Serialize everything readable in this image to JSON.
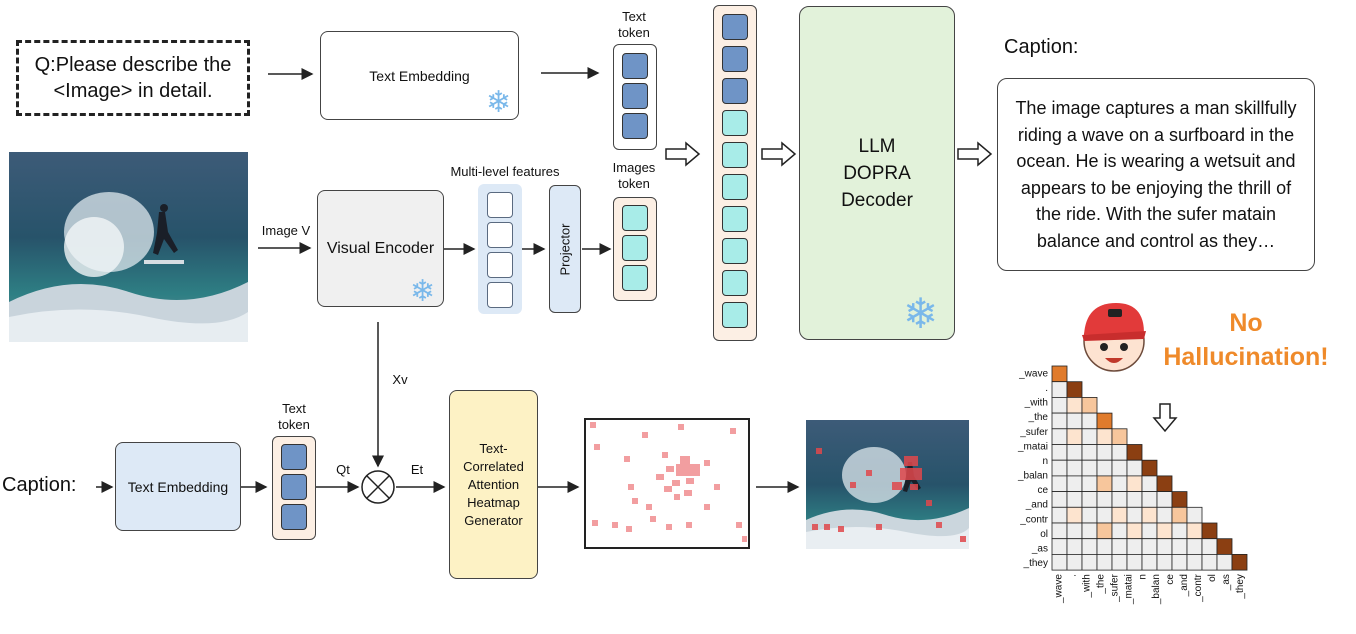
{
  "question": {
    "line1": "Q:Please describe the",
    "line2": "<Image> in detail."
  },
  "text_embedding_top": "Text Embedding",
  "text_token_top": {
    "line1": "Text",
    "line2": "token"
  },
  "images_token": {
    "line1": "Images",
    "line2": "token"
  },
  "multi_level_features": "Multi-level features",
  "image_v": "Image V",
  "visual_encoder": "Visual Encoder",
  "projector": "Projector",
  "llm": {
    "line1": "LLM",
    "line2": "DOPRA",
    "line3": "Decoder"
  },
  "caption_title": "Caption:",
  "caption_text": "The image captures a man skillfully riding a wave on a surfboard in the ocean. He is wearing a wetsuit and appears to be enjoying the thrill of the ride. With the sufer matain balance and control as they…",
  "no_hallucination": {
    "line1": "No",
    "line2": "Hallucination!"
  },
  "xv": "Xv",
  "caption_bottom": "Caption:",
  "text_embedding_bottom": "Text Embedding",
  "text_token_bottom": {
    "line1": "Text",
    "line2": "token"
  },
  "qt": "Qt",
  "et": "Et",
  "generator": {
    "line1": "Text-",
    "line2": "Correlated",
    "line3": "Attention",
    "line4": "Heatmap",
    "line5": "Generator"
  },
  "heatmap_tokens": [
    "_wave",
    ".",
    "_with",
    "_the",
    "_sufer",
    "_matai",
    "n",
    "_balan",
    "ce",
    "_and",
    "_contr",
    "ol",
    "_as",
    "_they"
  ],
  "heatmap_levels": [
    [
      3
    ],
    [
      0,
      4
    ],
    [
      0,
      1,
      2
    ],
    [
      0,
      0,
      0,
      3
    ],
    [
      0,
      1,
      0,
      1,
      2
    ],
    [
      0,
      0,
      0,
      0,
      0,
      4
    ],
    [
      0,
      0,
      0,
      0,
      0,
      0,
      4
    ],
    [
      0,
      0,
      0,
      2,
      0,
      1,
      0,
      4
    ],
    [
      0,
      0,
      0,
      0,
      0,
      0,
      0,
      0,
      4
    ],
    [
      0,
      1,
      0,
      0,
      1,
      0,
      1,
      0,
      2,
      0
    ],
    [
      0,
      0,
      0,
      2,
      0,
      1,
      0,
      1,
      0,
      1,
      4
    ],
    [
      0,
      0,
      0,
      0,
      0,
      0,
      0,
      0,
      0,
      0,
      0,
      4
    ],
    [
      0,
      0,
      0,
      0,
      0,
      0,
      0,
      0,
      0,
      0,
      0,
      0,
      4
    ]
  ],
  "colors": {
    "text_embed_top": "#fbe4d6",
    "text_embed_bottom": "#dde9f6",
    "encoder": "#f0f0f0",
    "llm": "#e2f2da",
    "generator": "#fdf2c5",
    "token_column": "#fcefe4",
    "heat_red": "#f29ea0",
    "orange_text": "#ef8a2a"
  }
}
